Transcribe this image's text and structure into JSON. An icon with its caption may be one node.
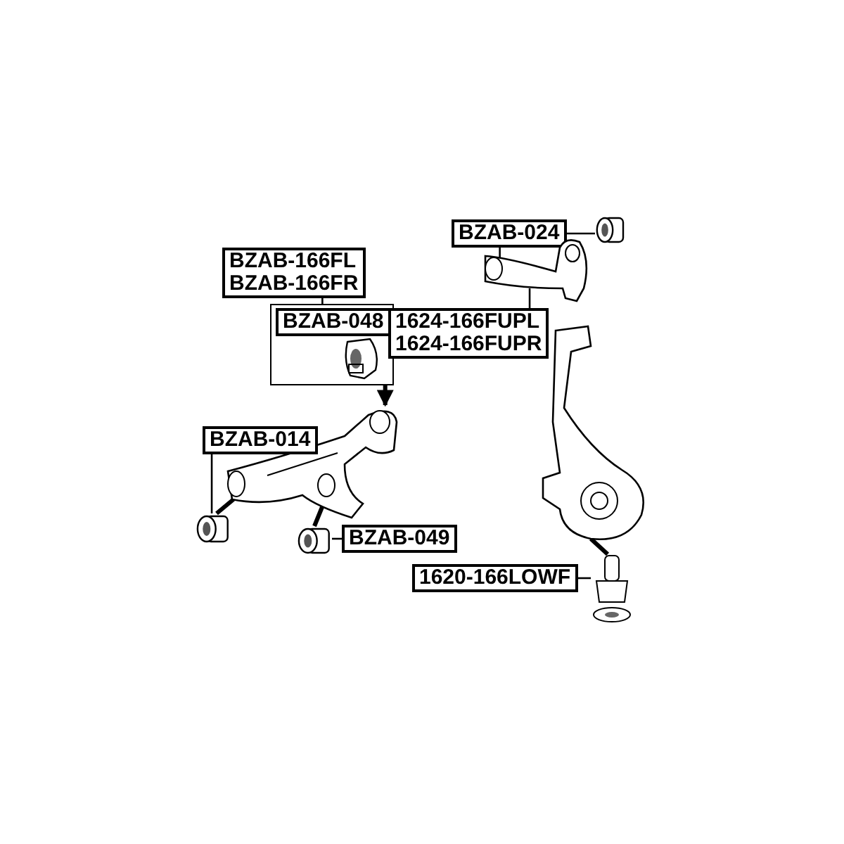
{
  "diagram": {
    "nodes": [
      {
        "text": [
          "BZAB-166FL",
          "BZAB-166FR"
        ]
      },
      {
        "text": [],
        "shape": "box"
      },
      {
        "text": [
          "BZAB-048"
        ],
        "in": 1
      },
      {
        "text": [],
        "shape": "picture",
        "in": 1
      },
      {
        "text": [],
        "shape": "picture"
      },
      {
        "text": [
          "BZAB-014"
        ]
      },
      {
        "text": [],
        "shape": "cylinder"
      },
      {
        "text": [
          "BZAB-049"
        ]
      },
      {
        "text": [],
        "shape": "cylinder"
      },
      {
        "text": [
          "BZAB-024"
        ]
      },
      {
        "text": [],
        "shape": "cylinder"
      },
      {
        "text": [],
        "shape": "picture"
      },
      {
        "text": [
          "1624-166FUPL",
          "1624-166FUPR"
        ]
      },
      {
        "text": [],
        "shape": "picture"
      },
      {
        "text": [
          "1620-166LOWF"
        ]
      },
      {
        "text": [],
        "shape": "picture"
      }
    ],
    "edges": [
      {
        "from": 0,
        "to": 1,
        "arrow": "none"
      },
      {
        "from": 1,
        "to": 4,
        "arrow": "to",
        "style": "thick"
      },
      {
        "from": 5,
        "to": 6,
        "arrow": "none"
      },
      {
        "from": 4,
        "to": 6,
        "arrow": "none",
        "style": "thick"
      },
      {
        "from": 4,
        "to": 8,
        "arrow": "none",
        "style": "thick"
      },
      {
        "from": 7,
        "to": 8,
        "arrow": "none"
      },
      {
        "from": 9,
        "to": 10,
        "arrow": "none"
      },
      {
        "from": 9,
        "to": 11,
        "arrow": "none"
      },
      {
        "from": 12,
        "to": 11,
        "arrow": "none"
      },
      {
        "from": 13,
        "to": 15,
        "arrow": "none",
        "style": "thick"
      },
      {
        "from": 14,
        "to": 15,
        "arrow": "none"
      }
    ]
  }
}
